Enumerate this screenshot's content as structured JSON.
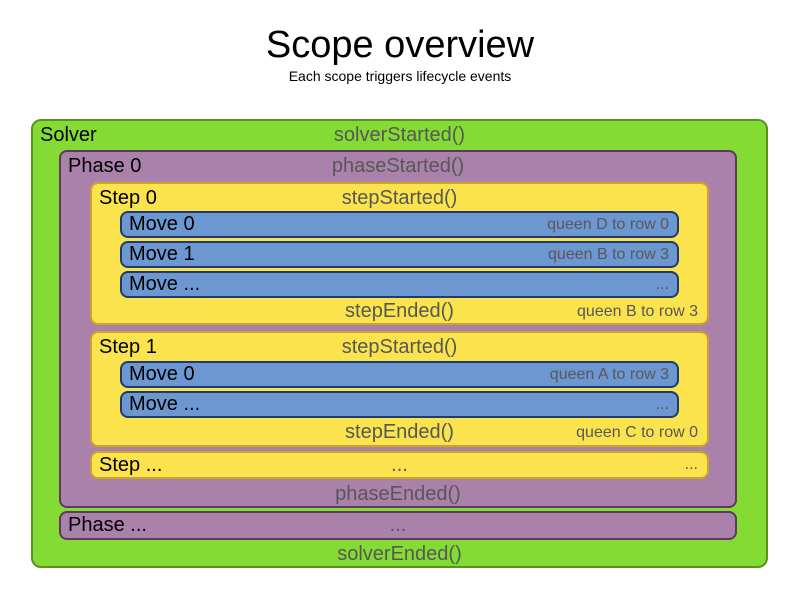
{
  "header": {
    "title": "Scope overview",
    "subtitle": "Each scope triggers lifecycle events"
  },
  "colors": {
    "solver_fill": "#84DB34",
    "solver_border": "#56951C",
    "phase_fill": "#AA81AA",
    "phase_border": "#5E3A5E",
    "step_fill": "#FAE34C",
    "step_border": "#CDA42A",
    "move_fill": "#6D97D0",
    "move_border": "#1F3B6D",
    "event_text": "#575757",
    "label_text": "#000000"
  },
  "solver": {
    "label": "Solver",
    "started_event": "solverStarted()",
    "ended_event": "solverEnded()",
    "phases": [
      {
        "label": "Phase 0",
        "started_event": "phaseStarted()",
        "ended_event": "phaseEnded()",
        "steps": [
          {
            "label": "Step 0",
            "started_event": "stepStarted()",
            "ended_event": "stepEnded()",
            "ended_detail": "queen B to row 3",
            "moves": [
              {
                "label": "Move 0",
                "detail": "queen D to row 0"
              },
              {
                "label": "Move 1",
                "detail": "queen B to row 3"
              },
              {
                "label": "Move ...",
                "detail": "..."
              }
            ]
          },
          {
            "label": "Step 1",
            "started_event": "stepStarted()",
            "ended_event": "stepEnded()",
            "ended_detail": "queen C to row 0",
            "moves": [
              {
                "label": "Move 0",
                "detail": "queen A to row 3"
              },
              {
                "label": "Move ...",
                "detail": "..."
              }
            ]
          },
          {
            "label": "Step ...",
            "center_ellipsis": "...",
            "right_ellipsis": "..."
          }
        ]
      },
      {
        "label": "Phase ...",
        "center_ellipsis": "..."
      }
    ]
  }
}
